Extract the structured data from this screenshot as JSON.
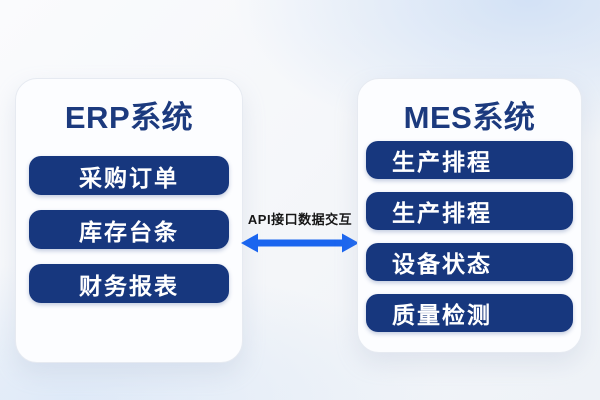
{
  "left_panel": {
    "title": "ERP系统",
    "items": [
      "采购订单",
      "库存台条",
      "财务报表"
    ]
  },
  "right_panel": {
    "title": "MES系统",
    "items": [
      "生产排程",
      "生产排程",
      "设备状态",
      "质量检测"
    ]
  },
  "connector": {
    "label": "API接口数据交互"
  },
  "colors": {
    "node_navy": "#17377e",
    "title_navy": "#1c3a7e",
    "arrow_blue": "#1a65ef",
    "label_dark": "#161616",
    "panel_bg": "#fcfdff",
    "panel_border": "#e6eaf1",
    "page_bg": "#f4f6f9"
  }
}
